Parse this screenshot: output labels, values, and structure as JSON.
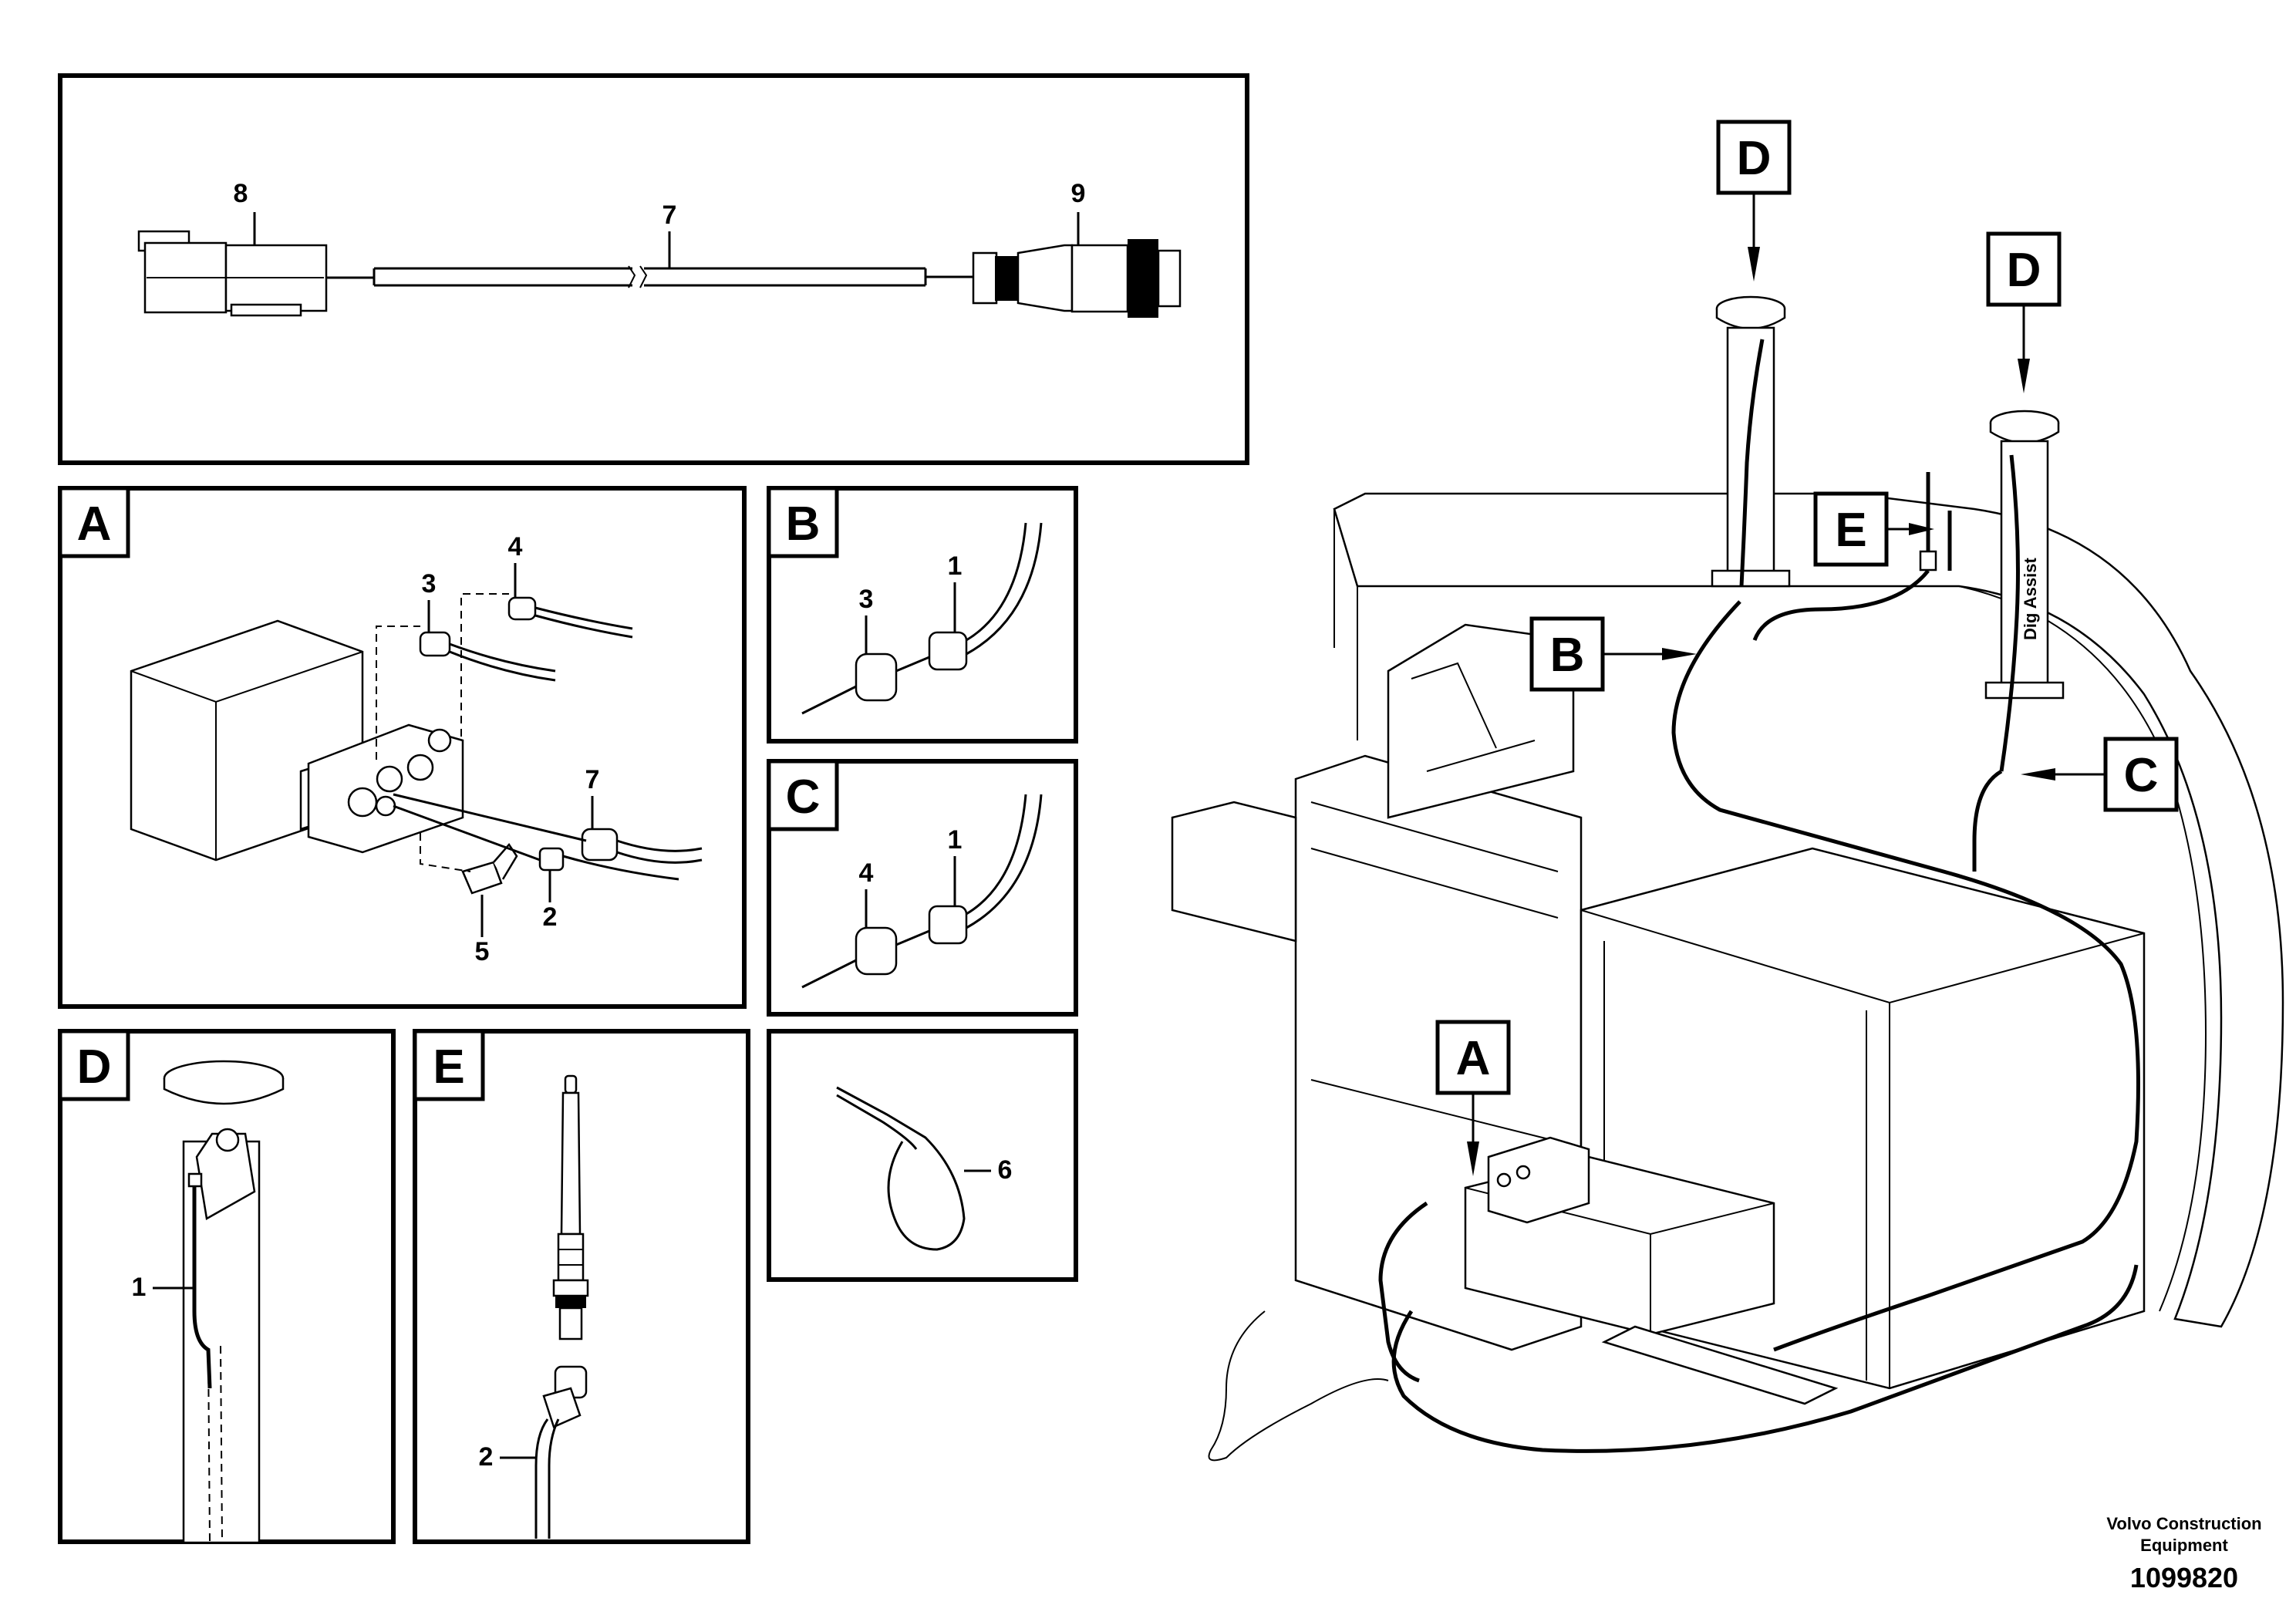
{
  "panels": {
    "cable": {
      "labels": [
        "8",
        "7",
        "9"
      ]
    },
    "A": {
      "tag": "A",
      "labels": [
        "4",
        "3",
        "7",
        "5",
        "2"
      ]
    },
    "B": {
      "tag": "B",
      "labels": [
        "3",
        "1"
      ]
    },
    "C": {
      "tag": "C",
      "labels": [
        "4",
        "1"
      ]
    },
    "D": {
      "tag": "D",
      "labels": [
        "1"
      ]
    },
    "E": {
      "tag": "E",
      "labels": [
        "2"
      ]
    },
    "tie": {
      "labels": [
        "6"
      ]
    }
  },
  "main_view": {
    "callouts": [
      "D",
      "D",
      "E",
      "B",
      "C",
      "A"
    ],
    "antenna_mast_text": "Dig Assist"
  },
  "footer": {
    "brand_line1": "Volvo Construction",
    "brand_line2": "Equipment",
    "drawing_number": "1099820"
  }
}
